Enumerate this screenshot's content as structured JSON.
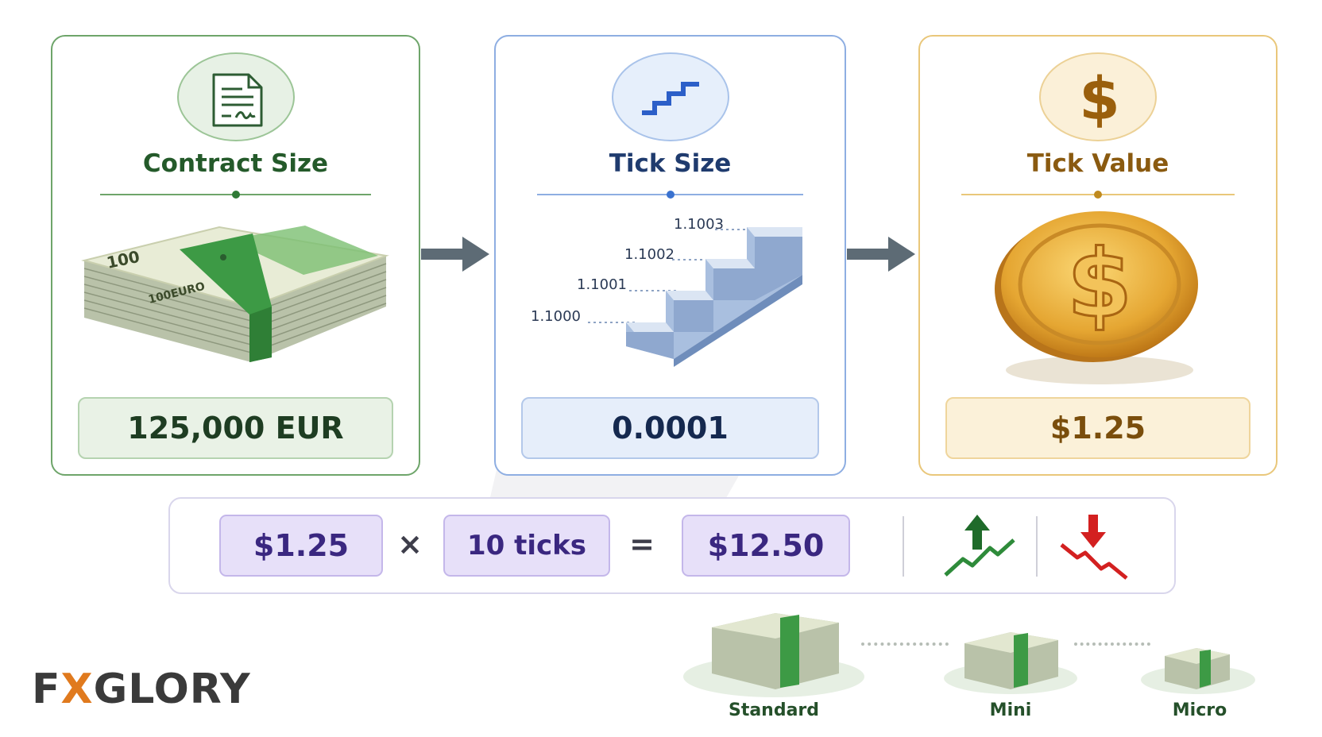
{
  "cards": [
    {
      "title": "Contract Size",
      "value": "125,000 EUR",
      "icon": "document-icon",
      "banknote_label": "100",
      "banknote_label2": "100EURO"
    },
    {
      "title": "Tick Size",
      "value": "0.0001",
      "icon": "stairs-icon",
      "steps": [
        "1.1003",
        "1.1002",
        "1.1001",
        "1.1000"
      ]
    },
    {
      "title": "Tick Value",
      "value": "$1.25",
      "icon": "dollar-icon"
    }
  ],
  "formula": {
    "tick_value": "$1.25",
    "times": "×",
    "ticks": "10 ticks",
    "equals": "=",
    "result": "$12.50"
  },
  "lot_sizes": [
    "Standard",
    "Mini",
    "Micro"
  ],
  "logo": {
    "part1": "F",
    "part2": "X",
    "part3": "GLORY"
  },
  "colors": {
    "green": "#6ea56a",
    "blue": "#8eaee2",
    "gold": "#e9c77a",
    "purple": "#3a2780",
    "up": "#2e8b3a",
    "down": "#d32020"
  }
}
